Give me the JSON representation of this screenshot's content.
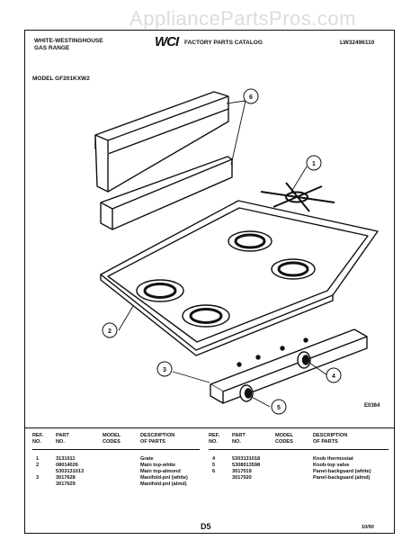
{
  "watermark": "AppliancePartsPros.com",
  "header": {
    "brand_line1": "WHITE-WESTINGHOUSE",
    "brand_line2": "GAS RANGE",
    "logo": "WCI",
    "catalog_title": "FACTORY PARTS CATALOG",
    "doc_number": "LW32496110"
  },
  "model": "MODEL GF201KXW2",
  "diagram": {
    "callouts": [
      "1",
      "2",
      "3",
      "4",
      "5",
      "6"
    ],
    "code": "E0364"
  },
  "table": {
    "left_headers": {
      "ref": [
        "REF.",
        "NO."
      ],
      "part": [
        "PART",
        "NO."
      ],
      "codes": [
        "MODEL",
        "CODES"
      ],
      "desc": [
        "DESCRIPTION",
        "OF PARTS"
      ]
    },
    "right_headers": {
      "ref": [
        "REF.",
        "NO."
      ],
      "part": [
        "PART",
        "NO."
      ],
      "codes": [
        "MODEL",
        "CODES"
      ],
      "desc": [
        "DESCRIPTION",
        "OF PARTS"
      ]
    },
    "left_rows": [
      {
        "ref": "1",
        "part": "3131011",
        "codes": "",
        "desc": "Grate"
      },
      {
        "ref": "2",
        "part": "08014026",
        "codes": "",
        "desc": "Main top-white"
      },
      {
        "ref": "",
        "part": "5303131013",
        "codes": "",
        "desc": "Main top-almond"
      },
      {
        "ref": "3",
        "part": "3017628",
        "codes": "",
        "desc": "Manifold-pnl (white)"
      },
      {
        "ref": "",
        "part": "3017629",
        "codes": "",
        "desc": "Manifold-pnl (almd)"
      }
    ],
    "right_rows": [
      {
        "ref": "4",
        "part": "5303131018",
        "codes": "",
        "desc": "Knob thermostat"
      },
      {
        "ref": "5",
        "part": "5308013598",
        "codes": "",
        "desc": "Knob-top valve"
      },
      {
        "ref": "6",
        "part": "3017019",
        "codes": "",
        "desc": "Panel-backguard (white)"
      },
      {
        "ref": "",
        "part": "3017020",
        "codes": "",
        "desc": "Panel-backguard (almd)"
      }
    ]
  },
  "footer": {
    "page": "D5",
    "date": "10/90"
  }
}
